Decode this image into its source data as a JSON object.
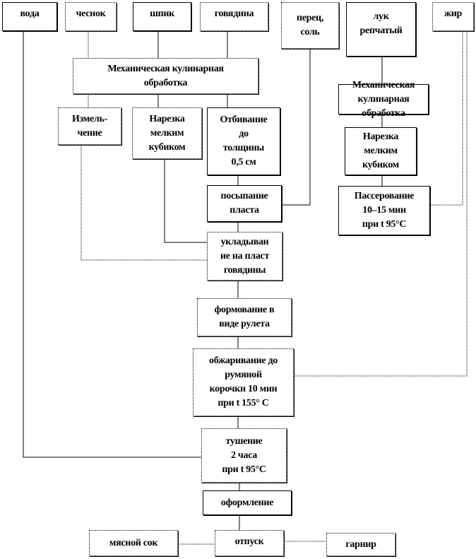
{
  "ingredients": {
    "water": "вода",
    "garlic": "чеснок",
    "lard": "шпик",
    "beef": "говядина",
    "pepper_salt": "перец,\nсоль",
    "onion": "лук\nрепчатый",
    "fat": "жир"
  },
  "steps": {
    "mech_processing_main": "Механическая  кулинарная\nобработка",
    "chopping": "Измель-\nчение",
    "dicing_lard": "Нарезка\nмелким\nкубиком",
    "pounding": "Отбивание\nдо\nтолщины\n0,5 см",
    "mech_processing_onion": "Механическая\nкулинарная\nобработка",
    "dicing_onion": "Нарезка\nмелким\nкубиком",
    "sprinkling": "посыпание\nпласта",
    "sauteing": "Пассерование\n10–15 мин\nпри  t 95°С",
    "laying": "укладыван\nие на  пласт\nговядины",
    "forming": "формование  в\nвиде рулета",
    "frying": "обжаривание  до\nрумяной\nкорочки 10 мин\nпри  t 155° С",
    "stewing": "тушение\n2 часа\nпри  t 95°С",
    "decorating": "оформление",
    "serving": "отпуск",
    "meat_juice": "мясной сок",
    "garnish": "гарнир"
  }
}
